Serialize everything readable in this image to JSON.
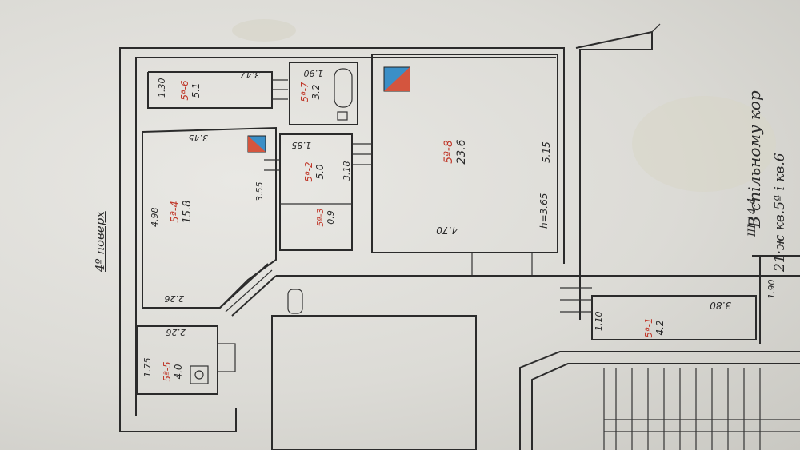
{
  "floor_label": "4º поверх",
  "corridor_note": "В спільному кор",
  "corridor_note_2": "21·ж кв.5ª і кв.6",
  "corridor_fraction": "III / 4.4",
  "rooms": [
    {
      "id": "8",
      "label": "5ª-8",
      "area": "23.6",
      "dims": [
        "5.15",
        "4.70",
        "h=3.65"
      ]
    },
    {
      "id": "4",
      "label": "5ª-4",
      "area": "15.8",
      "dims": [
        "4.98",
        "3.45",
        "3.55",
        "2.26"
      ]
    },
    {
      "id": "2",
      "label": "5ª-2",
      "area": "5.0",
      "dims": [
        "1.85",
        "3.18"
      ]
    },
    {
      "id": "3",
      "label": "5ª-3",
      "area": "0.9",
      "dims": []
    },
    {
      "id": "7",
      "label": "5ª-7",
      "area": "3.2",
      "dims": [
        "1.90"
      ]
    },
    {
      "id": "6",
      "label": "5ª-6",
      "area": "5.1",
      "dims": [
        "3.47",
        "1.30"
      ]
    },
    {
      "id": "5",
      "label": "5ª-5",
      "area": "4.0",
      "dims": [
        "1.75",
        "2.26"
      ]
    },
    {
      "id": "1",
      "label": "5ª-1",
      "area": "4.2",
      "dims": [
        "3.80",
        "1.10"
      ]
    }
  ],
  "corridor_dim": "1.90",
  "colors": {
    "paper": "#e6e5e1",
    "ink": "#2b2b2b",
    "label_red": "#c0392b",
    "sign_blue": "#3b8fc7",
    "sign_red": "#d4553e"
  }
}
